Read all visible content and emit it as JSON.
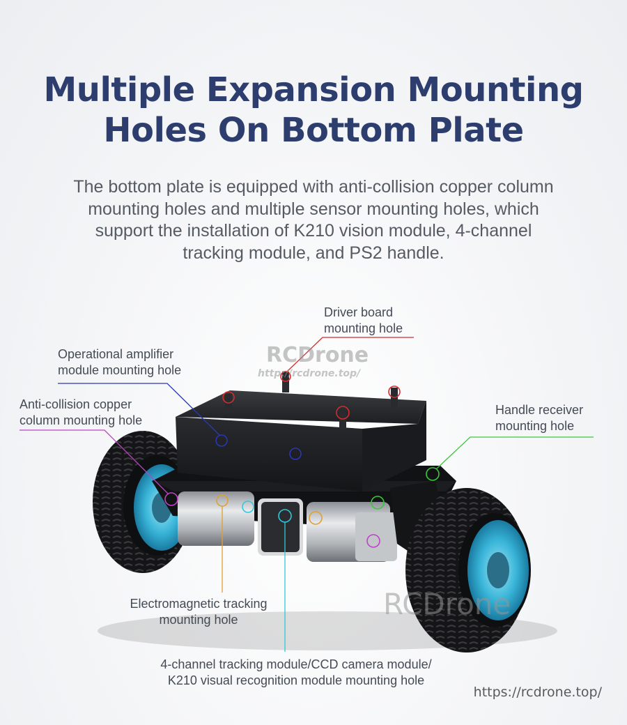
{
  "title": {
    "line1": "Multiple Expansion Mounting",
    "line2": "Holes On Bottom Plate"
  },
  "description": {
    "line1": "The bottom plate is equipped with anti-collision copper column",
    "line2": "mounting holes and multiple sensor mounting holes, which",
    "line3": "support the installation of K210 vision module, 4-channel",
    "line4": "tracking module, and PS2 handle."
  },
  "labels": {
    "driver_board": {
      "line1": "Driver board",
      "line2": "mounting hole",
      "color": "#d62b2b"
    },
    "op_amp": {
      "line1": "Operational amplifier",
      "line2": "module mounting hole",
      "color": "#2a36b8"
    },
    "anti_collision": {
      "line1": "Anti-collision copper",
      "line2": "column mounting hole",
      "color": "#c040c8"
    },
    "handle_receiver": {
      "line1": "Handle receiver",
      "line2": "mounting hole",
      "color": "#3cc83c"
    },
    "electromagnetic": {
      "line1": "Electromagnetic tracking",
      "line2": "mounting hole",
      "color": "#e0a030"
    },
    "four_channel": {
      "line1": "4-channel tracking module/CCD camera module/",
      "line2": "K210 visual recognition module mounting hole",
      "color": "#30c8d8"
    }
  },
  "watermark": {
    "brand_top": "RCDrone",
    "url_small": "http://rcdrone.top/",
    "brand_bottom": "RCDrone",
    "url": "https://rcdrone.top/"
  }
}
